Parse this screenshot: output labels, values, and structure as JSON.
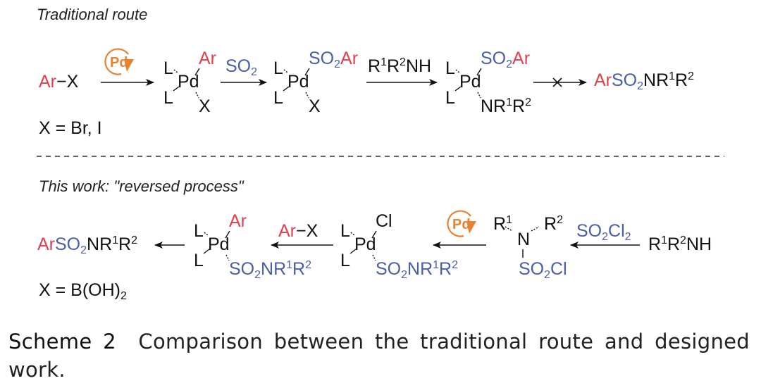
{
  "colors": {
    "red": "#e0404e",
    "blue": "#4a5ea8",
    "orange": "#e8822e",
    "black": "#111111"
  },
  "top": {
    "heading": "Traditional route",
    "start": [
      {
        "t": "Ar",
        "c": "red"
      },
      {
        "t": "−X",
        "c": "black"
      }
    ],
    "catalyst": "Pd",
    "complex1": {
      "L1": "L",
      "L2": "L",
      "Pd": "Pd",
      "up": [
        {
          "t": "Ar",
          "c": "red"
        }
      ],
      "down": [
        {
          "t": "X",
          "c": "black"
        }
      ]
    },
    "reagent2": [
      {
        "t": "SO",
        "c": "blue"
      },
      {
        "t": "2",
        "c": "blue",
        "sub": 1
      }
    ],
    "complex2": {
      "L1": "L",
      "L2": "L",
      "Pd": "Pd",
      "up": [
        {
          "t": "SO",
          "c": "blue"
        },
        {
          "t": "2",
          "c": "blue",
          "sub": 1
        },
        {
          "t": "Ar",
          "c": "red"
        }
      ],
      "down": [
        {
          "t": "X",
          "c": "black"
        }
      ]
    },
    "reagent3": [
      {
        "t": "R",
        "c": "black"
      },
      {
        "t": "1",
        "c": "black",
        "sup": 1
      },
      {
        "t": "R",
        "c": "black"
      },
      {
        "t": "2",
        "c": "black",
        "sup": 1
      },
      {
        "t": "NH",
        "c": "black"
      }
    ],
    "complex3": {
      "L1": "L",
      "L2": "L",
      "Pd": "Pd",
      "up": [
        {
          "t": "SO",
          "c": "blue"
        },
        {
          "t": "2",
          "c": "blue",
          "sub": 1
        },
        {
          "t": "Ar",
          "c": "red"
        }
      ],
      "down": [
        {
          "t": "NR",
          "c": "black"
        },
        {
          "t": "1",
          "c": "black",
          "sup": 1
        },
        {
          "t": "R",
          "c": "black"
        },
        {
          "t": "2",
          "c": "black",
          "sup": 1
        }
      ]
    },
    "product": [
      {
        "t": "Ar",
        "c": "red"
      },
      {
        "t": "SO",
        "c": "blue"
      },
      {
        "t": "2",
        "c": "blue",
        "sub": 1
      },
      {
        "t": "NR",
        "c": "black"
      },
      {
        "t": "1",
        "c": "black",
        "sup": 1
      },
      {
        "t": "R",
        "c": "black"
      },
      {
        "t": "2",
        "c": "black",
        "sup": 1
      }
    ],
    "note": "X = Br, I"
  },
  "bottom": {
    "heading": "This work: \"reversed process\"",
    "product": [
      {
        "t": "Ar",
        "c": "red"
      },
      {
        "t": "SO",
        "c": "blue"
      },
      {
        "t": "2",
        "c": "blue",
        "sub": 1
      },
      {
        "t": "NR",
        "c": "black"
      },
      {
        "t": "1",
        "c": "black",
        "sup": 1
      },
      {
        "t": "R",
        "c": "black"
      },
      {
        "t": "2",
        "c": "black",
        "sup": 1
      }
    ],
    "complexA": {
      "L1": "L",
      "L2": "L",
      "Pd": "Pd",
      "up": [
        {
          "t": "Ar",
          "c": "red"
        }
      ],
      "down": [
        {
          "t": "SO",
          "c": "blue"
        },
        {
          "t": "2",
          "c": "blue",
          "sub": 1
        },
        {
          "t": "NR",
          "c": "blue"
        },
        {
          "t": "1",
          "c": "blue",
          "sup": 1
        },
        {
          "t": "R",
          "c": "blue"
        },
        {
          "t": "2",
          "c": "blue",
          "sup": 1
        }
      ]
    },
    "reagentA": [
      {
        "t": "Ar",
        "c": "red"
      },
      {
        "t": "−X",
        "c": "black"
      }
    ],
    "complexB": {
      "L1": "L",
      "L2": "L",
      "Pd": "Pd",
      "up": [
        {
          "t": "Cl",
          "c": "black"
        }
      ],
      "down": [
        {
          "t": "SO",
          "c": "blue"
        },
        {
          "t": "2",
          "c": "blue",
          "sub": 1
        },
        {
          "t": "NR",
          "c": "blue"
        },
        {
          "t": "1",
          "c": "blue",
          "sup": 1
        },
        {
          "t": "R",
          "c": "blue"
        },
        {
          "t": "2",
          "c": "blue",
          "sup": 1
        }
      ]
    },
    "catalyst": "Pd",
    "sulfamoyl": {
      "R1": [
        {
          "t": "R",
          "c": "black"
        },
        {
          "t": "1",
          "c": "black",
          "sup": 1
        }
      ],
      "R2": [
        {
          "t": "R",
          "c": "black"
        },
        {
          "t": "2",
          "c": "black",
          "sup": 1
        }
      ],
      "N": "N",
      "down": [
        {
          "t": "SO",
          "c": "blue"
        },
        {
          "t": "2",
          "c": "blue",
          "sub": 1
        },
        {
          "t": "Cl",
          "c": "blue"
        }
      ]
    },
    "reagentB": [
      {
        "t": "SO",
        "c": "blue"
      },
      {
        "t": "2",
        "c": "blue",
        "sub": 1
      },
      {
        "t": "Cl",
        "c": "blue"
      },
      {
        "t": "2",
        "c": "blue",
        "sub": 1
      }
    ],
    "start": [
      {
        "t": "R",
        "c": "black"
      },
      {
        "t": "1",
        "c": "black",
        "sup": 1
      },
      {
        "t": "R",
        "c": "black"
      },
      {
        "t": "2",
        "c": "black",
        "sup": 1
      },
      {
        "t": "NH",
        "c": "black"
      }
    ],
    "note": [
      {
        "t": "X = B(OH)",
        "c": "black"
      },
      {
        "t": "2",
        "c": "black",
        "sub": 1
      }
    ]
  },
  "caption": {
    "label": "Scheme 2",
    "text": "Comparison between the traditional route and designed",
    "text2": "work."
  }
}
